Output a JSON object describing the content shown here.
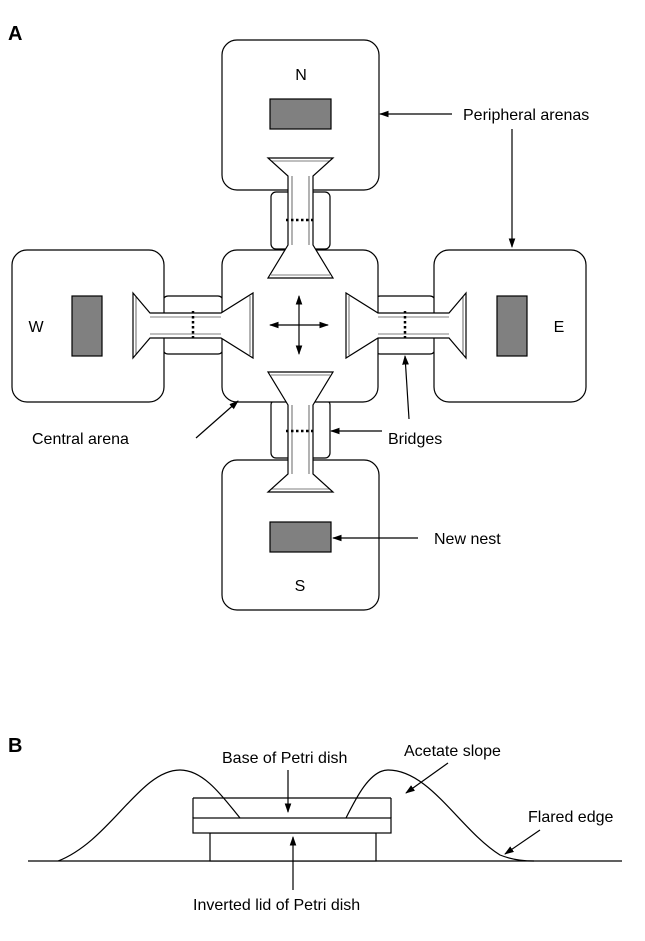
{
  "panel_a": {
    "letter": "A",
    "arena_labels": {
      "north": "N",
      "south": "S",
      "east": "E",
      "west": "W"
    },
    "callouts": {
      "peripheral": "Peripheral arenas",
      "central": "Central arena",
      "bridges": "Bridges",
      "nest": "New nest"
    }
  },
  "panel_b": {
    "letter": "B",
    "callouts": {
      "base": "Base of Petri dish",
      "slope": "Acetate slope",
      "edge": "Flared edge",
      "lid": "Inverted lid of Petri dish"
    }
  }
}
